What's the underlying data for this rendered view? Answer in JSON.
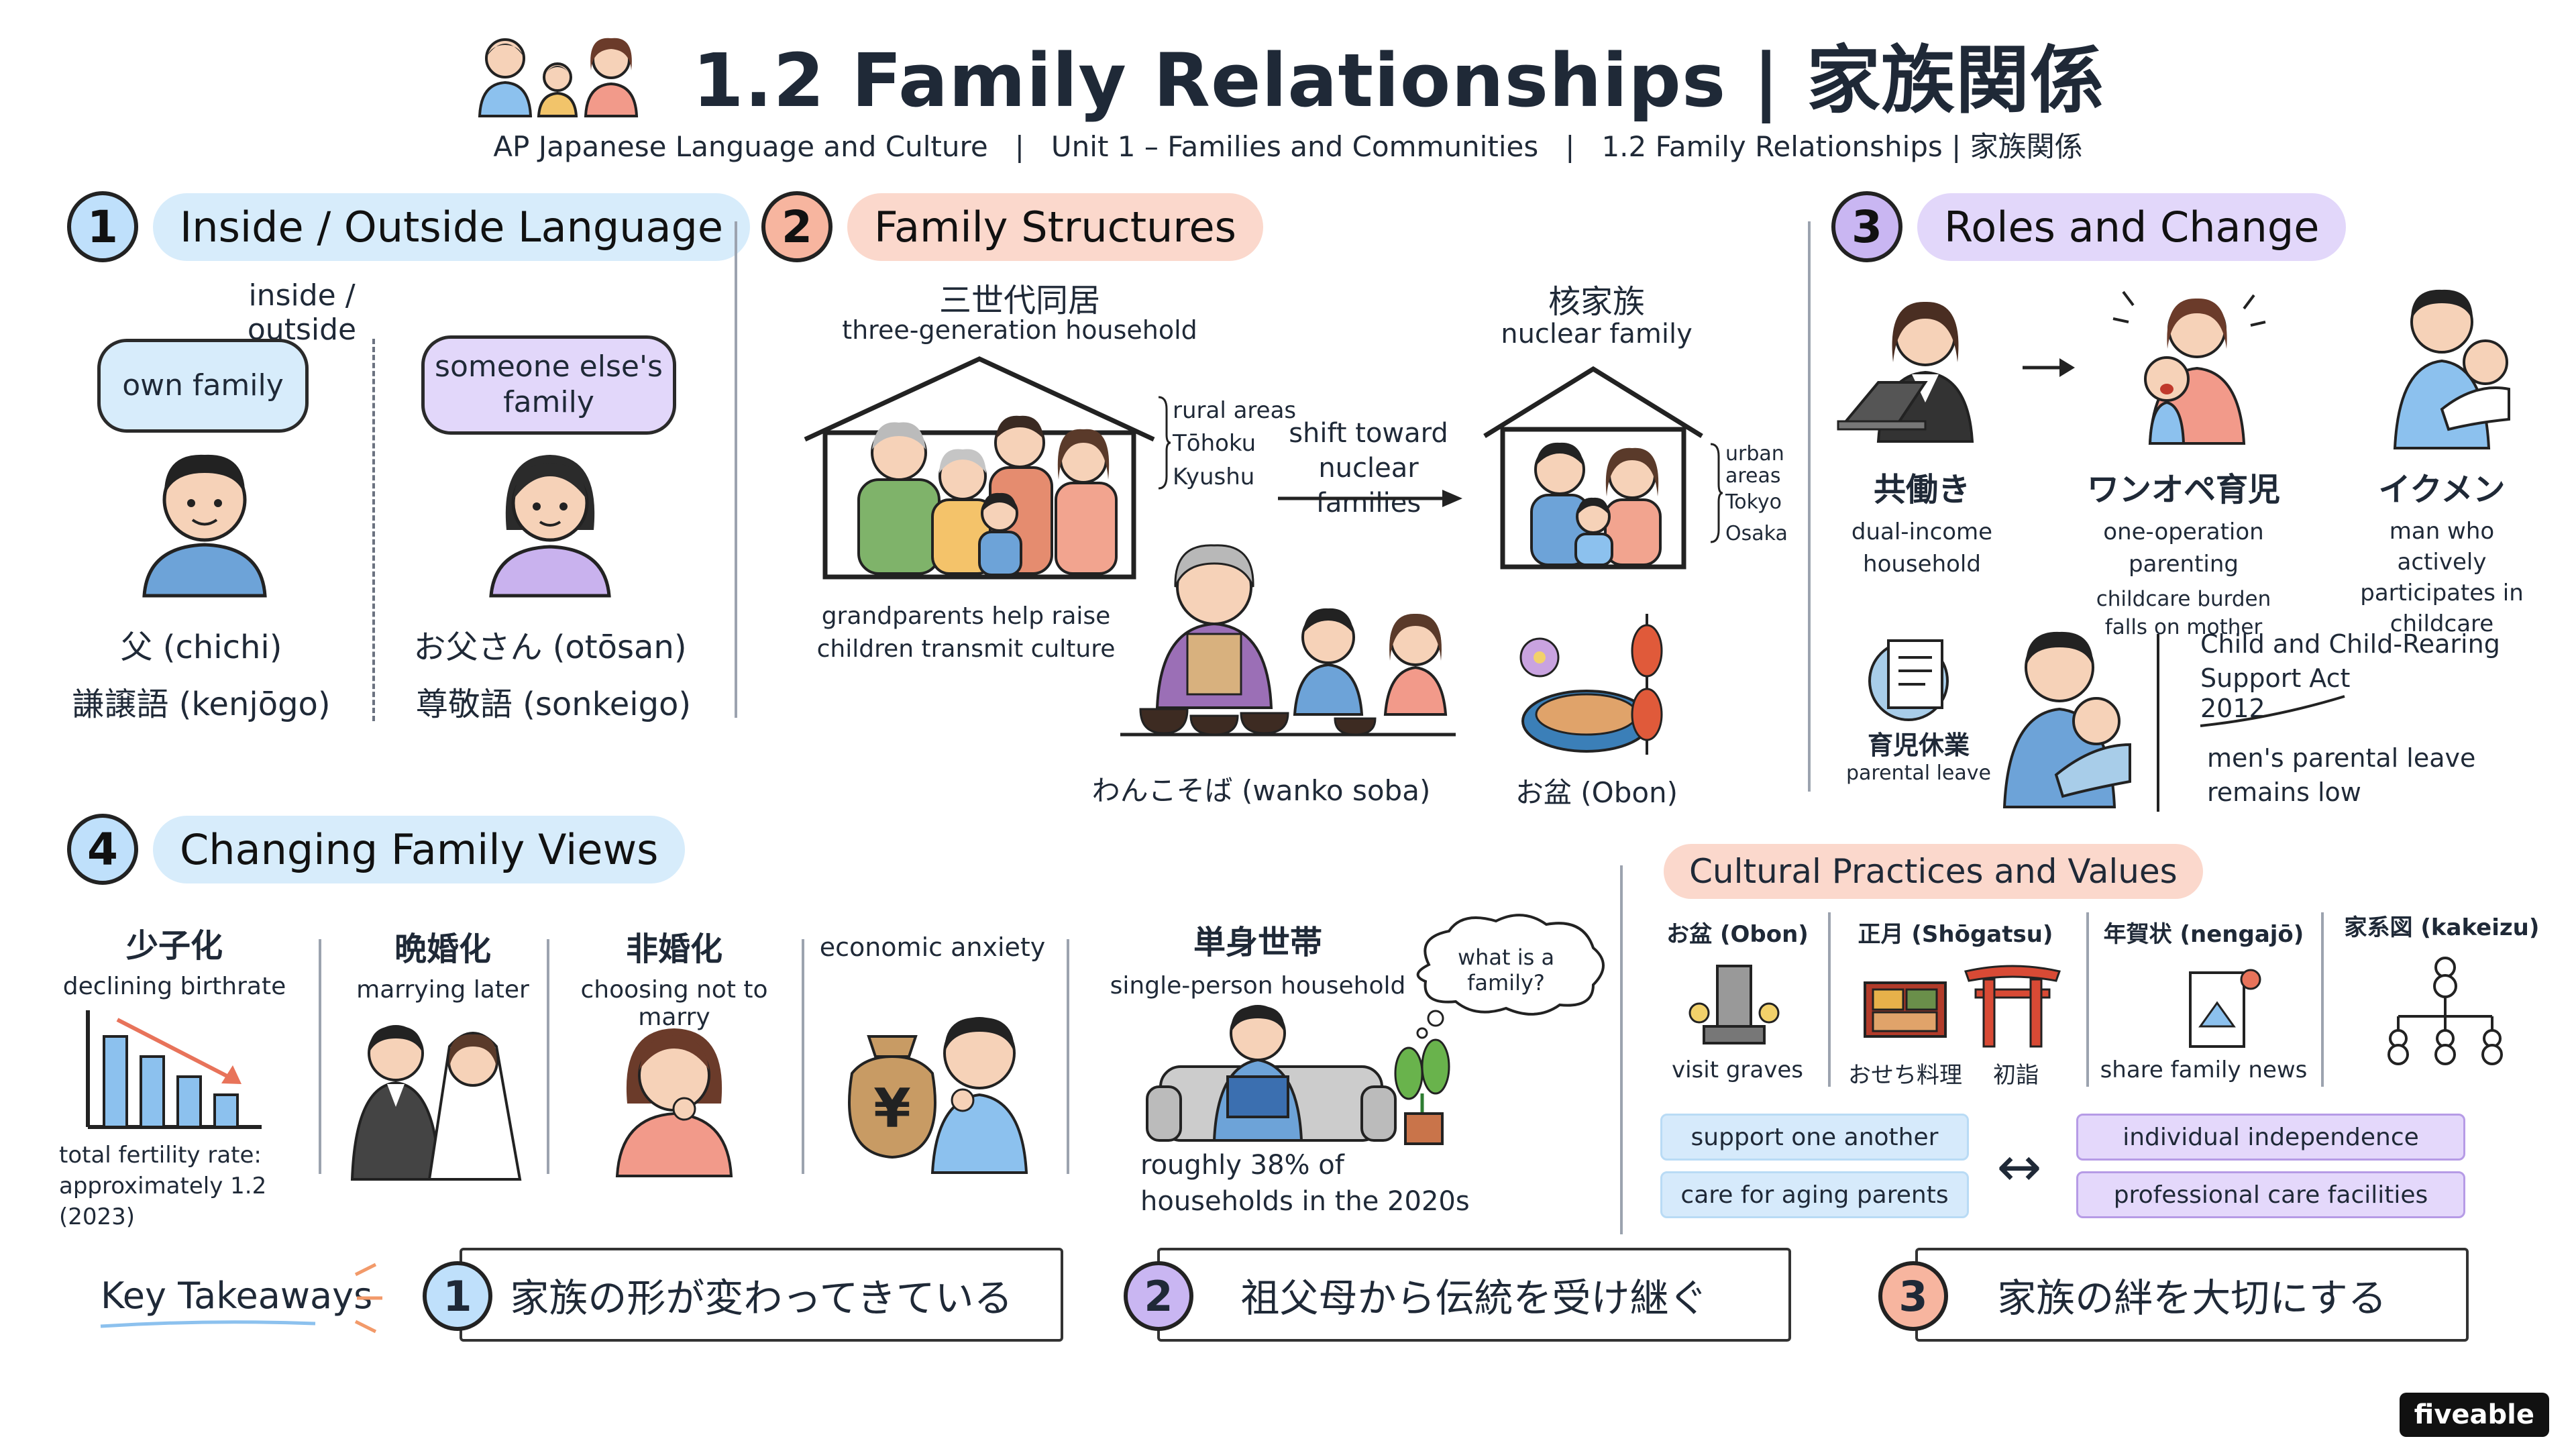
{
  "header": {
    "title": "1.2 Family Relationships | 家族関係",
    "subtitle": "AP Japanese Language and Culture   |   Unit 1 – Families and Communities   |   1.2 Family Relationships | 家族関係"
  },
  "section1": {
    "number": "1",
    "title": "Inside / Outside Language",
    "inside_outside": "inside  /  outside",
    "bubble_left": "own family",
    "bubble_right": "someone else's family",
    "left_word": "父 (chichi)",
    "right_word": "お父さん (otōsan)",
    "left_register": "謙譲語 (kenjōgo)",
    "right_register": "尊敬語 (sonkeigo)"
  },
  "section2": {
    "number": "2",
    "title": "Family Structures",
    "three_gen_jp": "三世代同居",
    "three_gen_en": "three-generation household",
    "rural_list": [
      "rural areas",
      "Tōhoku",
      "Kyushu"
    ],
    "shift": "shift toward nuclear families",
    "nuclear_jp": "核家族",
    "nuclear_en": "nuclear family",
    "urban_list": [
      "urban areas",
      "Tokyo",
      "Osaka"
    ],
    "grandparents_note": "grandparents help raise children transmit culture",
    "wanko": "わんこそば (wanko soba)",
    "obon": "お盆 (Obon)"
  },
  "section3": {
    "number": "3",
    "title": "Roles and Change",
    "roles": [
      {
        "jp": "共働き",
        "en": "dual-income household",
        "note": ""
      },
      {
        "jp": "ワンオペ育児",
        "en": "one-operation parenting",
        "note": "childcare burden falls on mother"
      },
      {
        "jp": "イクメン",
        "en": "man who actively participates in childcare",
        "note": ""
      }
    ],
    "leave_jp": "育児休業",
    "leave_en": "parental leave",
    "act": "Child and Child-Rearing Support Act",
    "act_year": "2012",
    "act_note": "men's parental leave remains low"
  },
  "section4": {
    "number": "4",
    "title": "Changing Family Views",
    "columns": [
      {
        "jp": "少子化",
        "en": "declining birthrate"
      },
      {
        "jp": "晩婚化",
        "en": "marrying later"
      },
      {
        "jp": "非婚化",
        "en": "choosing not to marry"
      },
      {
        "jp": "",
        "en": "economic anxiety"
      }
    ],
    "tfr_note": "total fertility rate: approximately 1.2 (2023)",
    "yen": "¥",
    "single_jp": "単身世帯",
    "single_en": "single-person household",
    "thought": "what is a family?",
    "households_note": "roughly 38% of households in the 2020s"
  },
  "cultural": {
    "title": "Cultural Practices and Values",
    "items": [
      {
        "label": "お盆 (Obon)",
        "caption": "visit graves"
      },
      {
        "label": "正月 (Shōgatsu)",
        "caption": "おせち料理",
        "caption2": "初詣"
      },
      {
        "label": "年賀状 (nengajō)",
        "caption": "share family news"
      },
      {
        "label": "家系図 (kakeizu)",
        "caption": ""
      }
    ],
    "values_left": [
      "support one another",
      "care for aging parents"
    ],
    "values_right": [
      "individual independence",
      "professional care facilities"
    ],
    "arrow": "↔"
  },
  "takeaways": {
    "label": "Key Takeaways",
    "items": [
      {
        "number": "1",
        "text": "家族の形が変わってきている"
      },
      {
        "number": "2",
        "text": "祖父母から伝統を受け継ぐ"
      },
      {
        "number": "3",
        "text": "家族の絆を大切にする"
      }
    ]
  },
  "brand": "fiveable",
  "colors": {
    "blue": "#bfe0fb",
    "red": "#f7b59f",
    "purple": "#c9b6f2"
  }
}
